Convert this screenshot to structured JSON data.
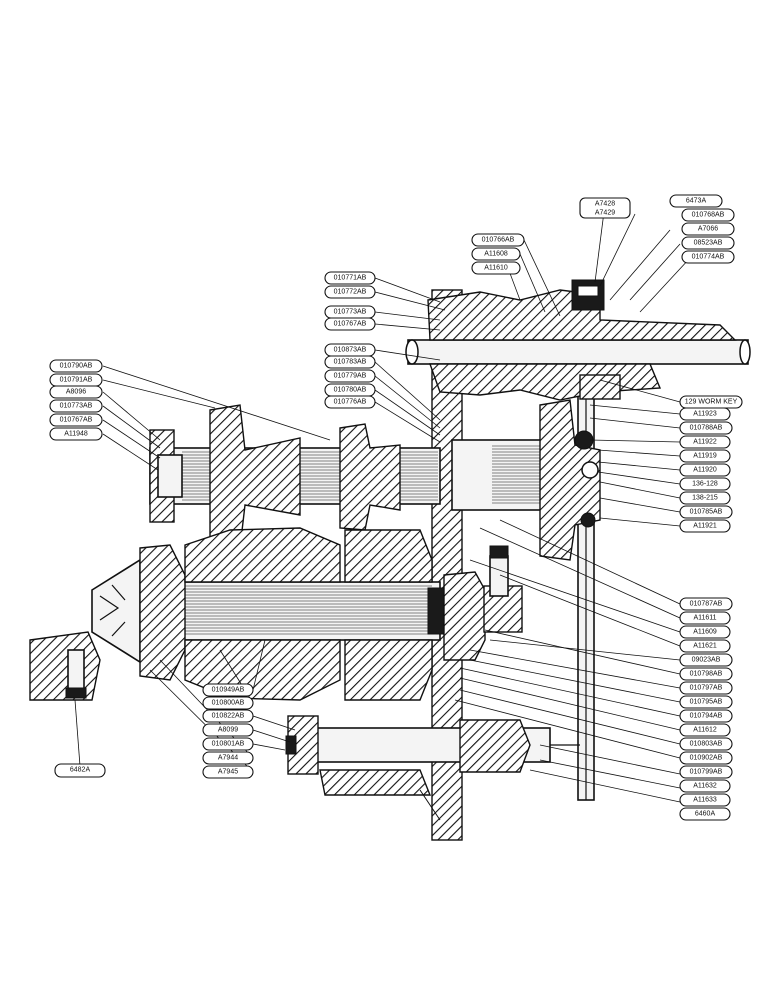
{
  "diagram": {
    "labels": {
      "p_6473a": "6473A",
      "p_a7428_a7429": "A7428\nA7429",
      "p_010768ab": "010768AB",
      "p_a7066": "A7066",
      "p_08523ab": "08523AB",
      "p_010774ab": "010774AB",
      "p_010766ab": "010766AB",
      "p_a11608": "A11608",
      "p_a11610": "A11610",
      "p_010771ab": "010771AB",
      "p_010772ab": "010772AB",
      "p_010773ab_top": "010773AB",
      "p_010767ab": "010767AB",
      "p_010873ab": "010873AB",
      "p_010783ab": "010783AB",
      "p_010779ab": "010779AB",
      "p_010780ab": "010780AB",
      "p_010776ab": "010776AB",
      "p_010790ab": "010790AB",
      "p_010791ab": "010791AB",
      "p_a8096": "A8096",
      "p_010773ab_left": "010773AB",
      "p_010767ab_left": "010767AB",
      "p_a11948": "A11948",
      "p_worm_key": "129 WORM KEY",
      "p_a11923": "A11923",
      "p_010788ab": "010788AB",
      "p_a11922": "A11922",
      "p_a11919": "A11919",
      "p_a11920": "A11920",
      "p_136_128": "136-128",
      "p_138_215": "138-215",
      "p_010785ab": "010785AB",
      "p_a11921": "A11921",
      "p_010787ab": "010787AB",
      "p_a11611": "A11611",
      "p_a11609": "A11609",
      "p_a11621": "A11621",
      "p_09023ab": "09023AB",
      "p_010798ab": "010798AB",
      "p_010797ab": "010797AB",
      "p_010795ab": "010795AB",
      "p_010794ab": "010794AB",
      "p_a11612": "A11612",
      "p_010803ab": "010803AB",
      "p_010902ab": "010902AB",
      "p_010799ab": "010799AB",
      "p_a11632": "A11632",
      "p_a11633": "A11633",
      "p_6460a": "6460A",
      "p_010949ab": "010949AB",
      "p_010800ab": "010800AB",
      "p_010822ab": "010822AB",
      "p_a8099": "A8099",
      "p_010801ab": "010801AB",
      "p_a7944": "A7944",
      "p_a7945": "A7945",
      "p_6482a": "6482A"
    }
  }
}
